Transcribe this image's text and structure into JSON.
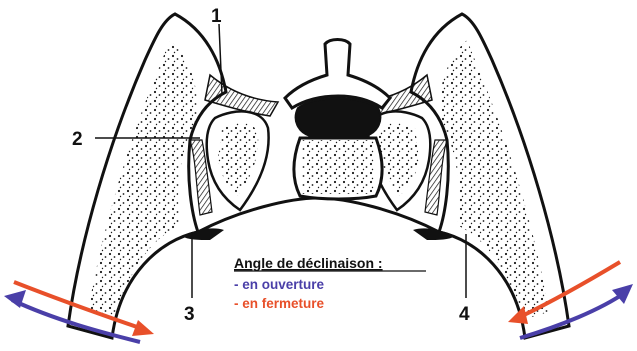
{
  "labels": {
    "one": "1",
    "two": "2",
    "three": "3",
    "four": "4"
  },
  "legend": {
    "title": "Angle de déclinaison :",
    "opening": "- en ouverture",
    "closing": "- en fermeture"
  },
  "colors": {
    "opening": "#4a3fa8",
    "closing": "#e8502a",
    "ink": "#111111"
  }
}
